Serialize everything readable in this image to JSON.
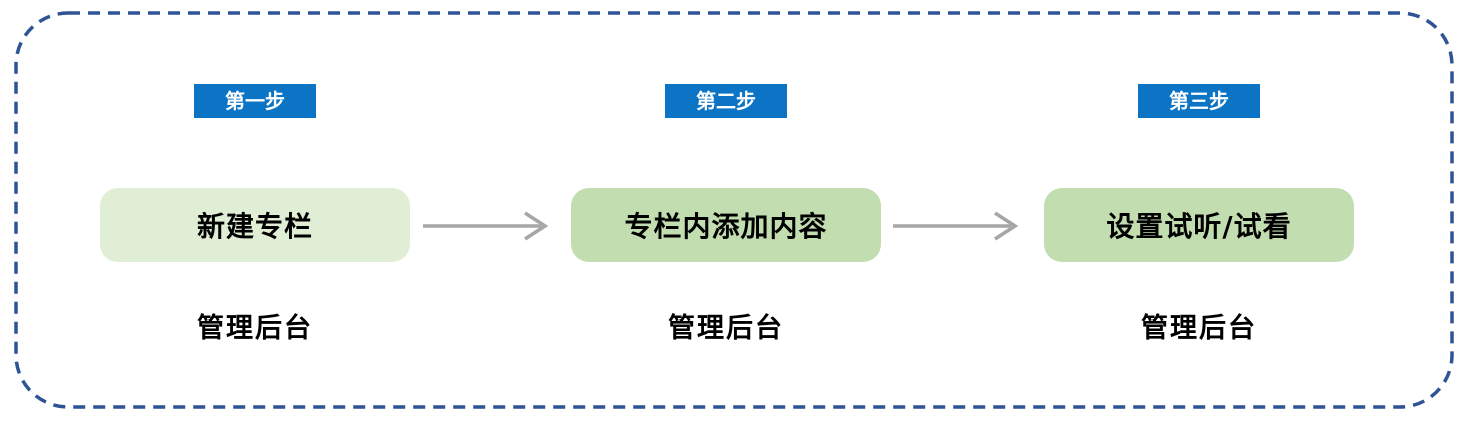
{
  "diagram": {
    "type": "process-flow",
    "steps": [
      {
        "badge": "第一步",
        "box_label": "新建专栏",
        "caption": "管理后台"
      },
      {
        "badge": "第二步",
        "box_label": "专栏内添加内容",
        "caption": "管理后台"
      },
      {
        "badge": "第三步",
        "box_label": "设置试听/试看",
        "caption": "管理后台"
      }
    ],
    "arrows": [
      {
        "from": "新建专栏",
        "to": "专栏内添加内容",
        "direction": "right"
      },
      {
        "from": "专栏内添加内容",
        "to": "设置试听/试看",
        "direction": "right"
      }
    ]
  },
  "colors": {
    "background": "#ffffff",
    "badge_bg": "#0b74c4",
    "badge_text": "#ffffff",
    "box_bg_step1": "#e1eed6",
    "box_bg_step23": "#c2ddb0",
    "box_text": "#000000",
    "arrow": "#a6a6a6",
    "border_dash": "#2e5496"
  }
}
